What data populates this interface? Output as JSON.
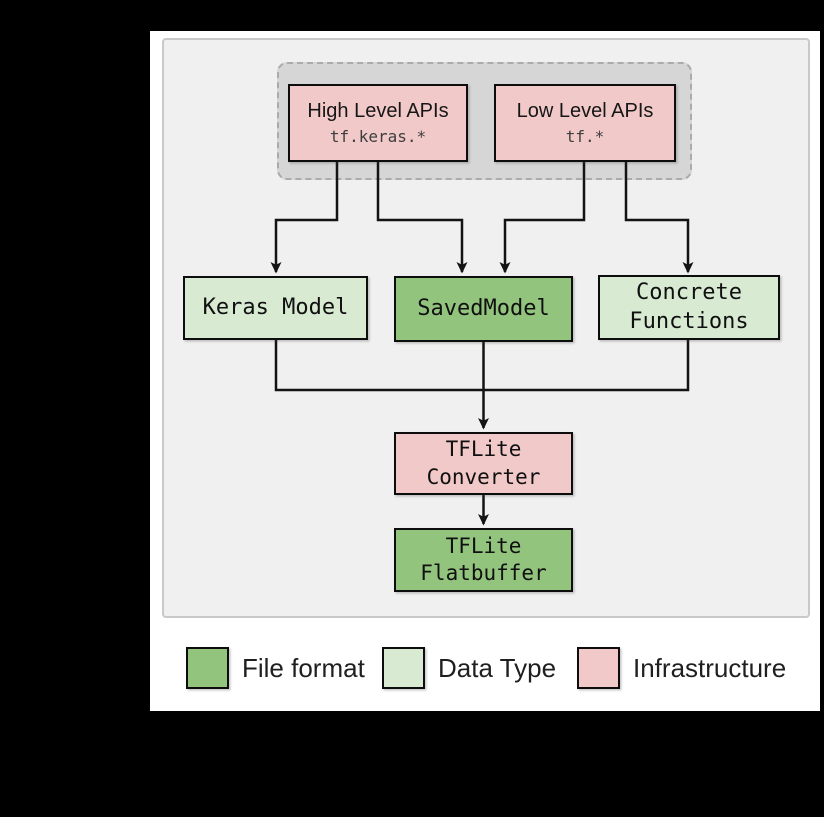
{
  "diagram": {
    "api_group": {
      "high_level": {
        "title": "High Level APIs",
        "subtitle": "tf.keras.*",
        "color": "#f2c9c9"
      },
      "low_level": {
        "title": "Low Level APIs",
        "subtitle": "tf.*",
        "color": "#f2c9c9"
      }
    },
    "nodes": {
      "keras_model": {
        "label": "Keras Model",
        "category": "Data Type",
        "color": "#d9ead3"
      },
      "saved_model": {
        "label": "SavedModel",
        "category": "File format",
        "color": "#93c47d"
      },
      "concrete_functions": {
        "line1": "Concrete",
        "line2": "Functions",
        "category": "Data Type",
        "color": "#d9ead3"
      },
      "tflite_converter": {
        "line1": "TFLite",
        "line2": "Converter",
        "category": "Infrastructure",
        "color": "#f2c9c9"
      },
      "tflite_flatbuffer": {
        "line1": "TFLite",
        "line2": "Flatbuffer",
        "category": "File format",
        "color": "#93c47d"
      }
    },
    "edges": [
      {
        "from": "High Level APIs",
        "to": "Keras Model"
      },
      {
        "from": "High Level APIs",
        "to": "SavedModel"
      },
      {
        "from": "Low Level APIs",
        "to": "SavedModel"
      },
      {
        "from": "Low Level APIs",
        "to": "Concrete Functions"
      },
      {
        "from": "Keras Model",
        "to": "TFLite Converter"
      },
      {
        "from": "SavedModel",
        "to": "TFLite Converter"
      },
      {
        "from": "Concrete Functions",
        "to": "TFLite Converter"
      },
      {
        "from": "TFLite Converter",
        "to": "TFLite Flatbuffer"
      }
    ],
    "legend": {
      "items": [
        {
          "label": "File format",
          "color": "#93c47d"
        },
        {
          "label": "Data Type",
          "color": "#d9ead3"
        },
        {
          "label": "Infrastructure",
          "color": "#f2c9c9"
        }
      ]
    },
    "colors": {
      "page_bg": "#000000",
      "panel_bg": "#ffffff",
      "diagram_bg": "#f0f0f0",
      "diagram_border": "#c9c9c9",
      "group_bg": "#d6d6d6",
      "group_border": "#ababab",
      "line": "#131313"
    }
  }
}
